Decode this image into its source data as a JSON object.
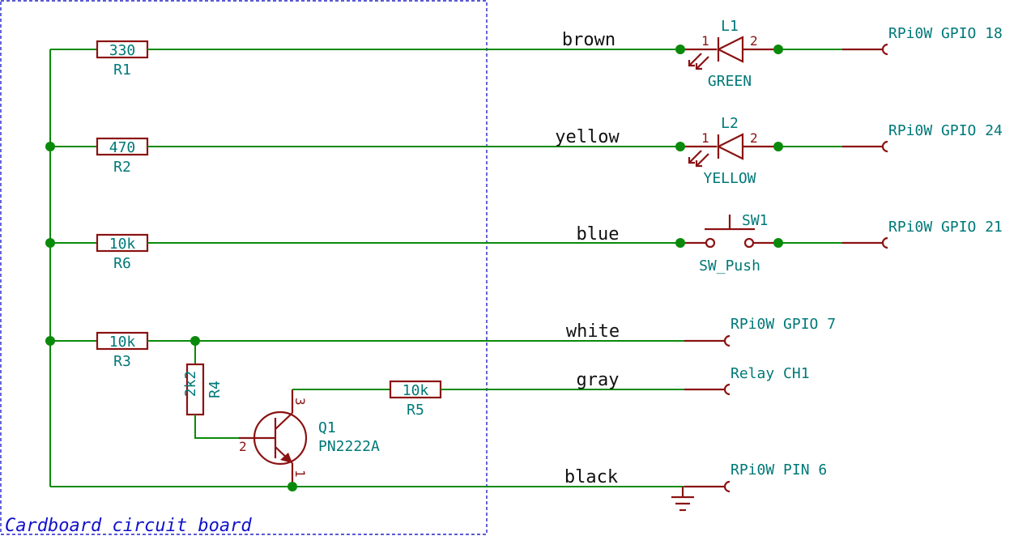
{
  "board": {
    "label": "Cardboard circuit board"
  },
  "resistors": [
    {
      "ref": "R1",
      "value": "330"
    },
    {
      "ref": "R2",
      "value": "470"
    },
    {
      "ref": "R6",
      "value": "10k"
    },
    {
      "ref": "R3",
      "value": "10k"
    },
    {
      "ref": "R4",
      "value": "2k2"
    },
    {
      "ref": "R5",
      "value": "10k"
    }
  ],
  "wires": [
    {
      "color": "brown"
    },
    {
      "color": "yellow"
    },
    {
      "color": "blue"
    },
    {
      "color": "white"
    },
    {
      "color": "gray"
    },
    {
      "color": "black"
    }
  ],
  "leds": [
    {
      "ref": "L1",
      "value": "GREEN",
      "pin1": "1",
      "pin2": "2"
    },
    {
      "ref": "L2",
      "value": "YELLOW",
      "pin1": "1",
      "pin2": "2"
    }
  ],
  "switch": {
    "ref": "SW1",
    "value": "SW_Push"
  },
  "transistor": {
    "ref": "Q1",
    "value": "PN2222A",
    "pin_base": "2",
    "pin_collector": "3",
    "pin_emitter": "1"
  },
  "ports": [
    {
      "label": "RPi0W GPIO 18"
    },
    {
      "label": "RPi0W GPIO 24"
    },
    {
      "label": "RPi0W GPIO 21"
    },
    {
      "label": "RPi0W GPIO 7"
    },
    {
      "label": "Relay CH1"
    },
    {
      "label": "RPi0W PIN 6"
    }
  ]
}
